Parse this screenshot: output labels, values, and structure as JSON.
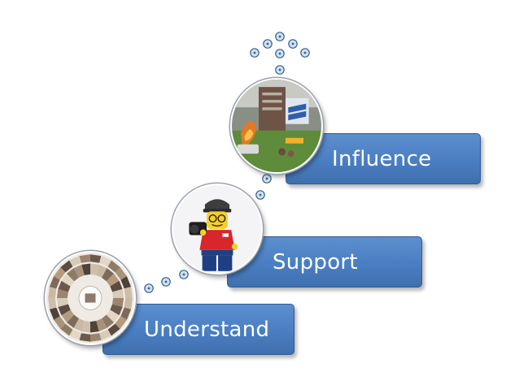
{
  "steps": [
    {
      "label": "Understand",
      "image": "collage-wheel-image"
    },
    {
      "label": "Support",
      "image": "lego-photographer-image"
    },
    {
      "label": "Influence",
      "image": "street-protest-image"
    }
  ],
  "colors": {
    "bar_fill": "#4a7ec2",
    "bar_border": "#2f5a92",
    "label_text": "#ffffff",
    "dot_fill": "#cfe1f3",
    "dot_stroke": "#3a5f8c"
  },
  "icons": {
    "connector": "dotted-path",
    "arrow": "dotted-up-arrow"
  }
}
